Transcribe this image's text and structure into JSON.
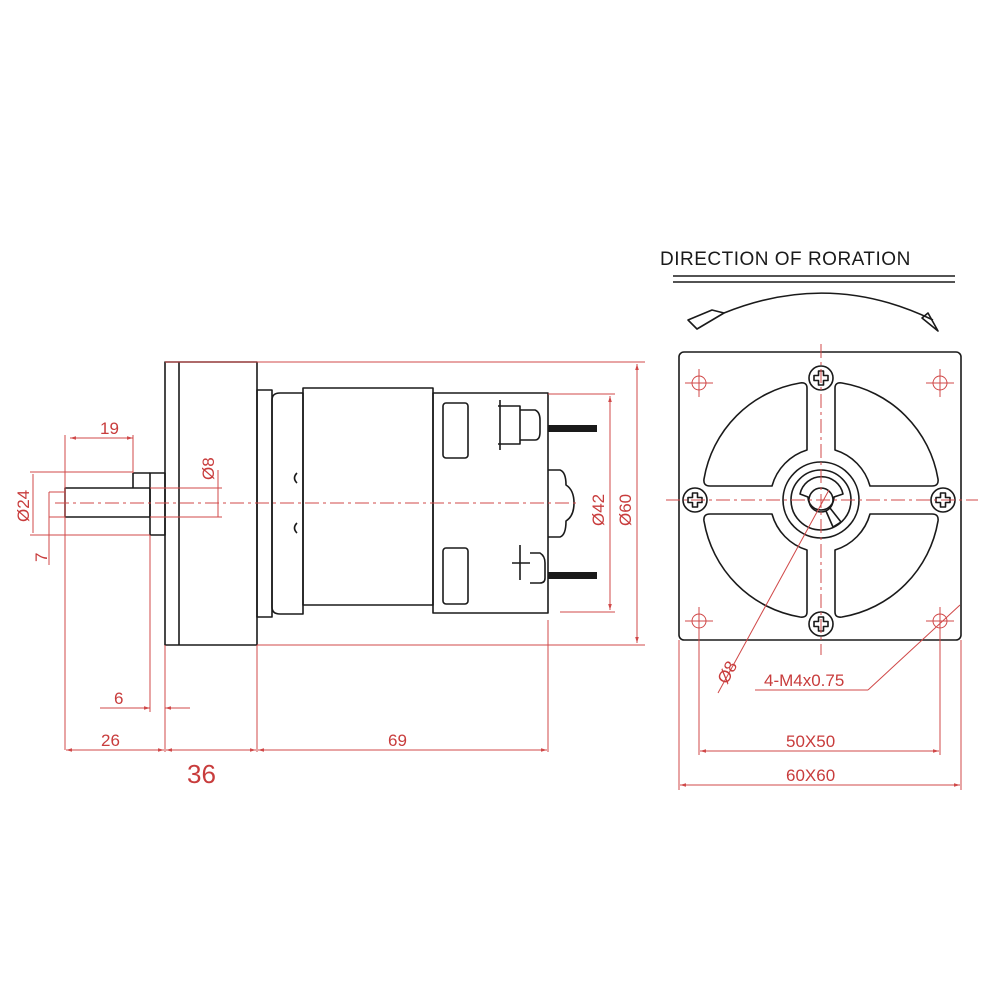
{
  "side_view": {
    "dimensions": {
      "shaft_key_length": "19",
      "shaft_diameter": "Ø8",
      "boss_diameter": "Ø24",
      "key_depth": "7",
      "boss_length": "6",
      "shaft_length": "26",
      "gearbox_length": "36",
      "motor_length": "69",
      "motor_diameter": "Ø42",
      "gearbox_diameter": "Ø60"
    }
  },
  "front_view": {
    "title": "DIRECTION OF RORATION",
    "dimensions": {
      "shaft_diameter": "Ø8",
      "mounting_thread": "4-M4x0.75",
      "hole_spacing": "50X50",
      "plate_size": "60X60"
    }
  },
  "colors": {
    "dimension": "#d04848",
    "outline": "#1a1a1a"
  }
}
